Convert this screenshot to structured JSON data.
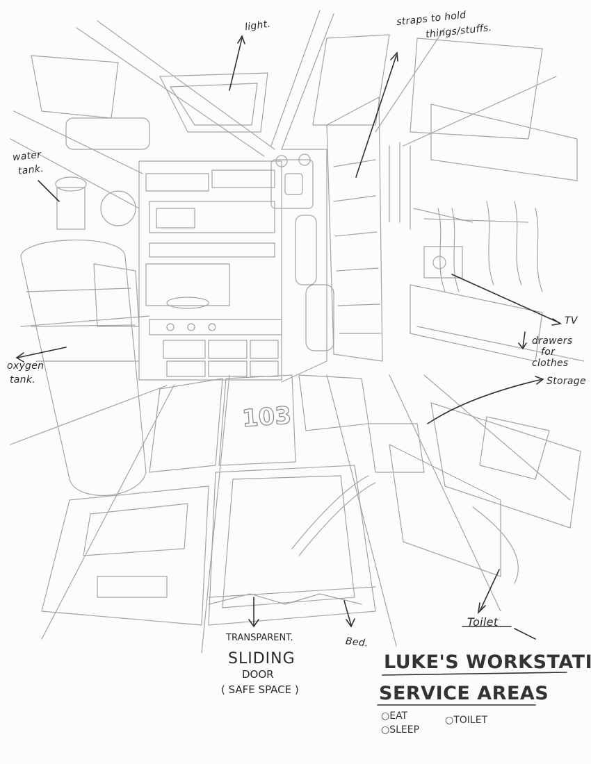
{
  "annotations": {
    "light": "light.",
    "straps_line1": "straps to hold",
    "straps_line2": "things/stuffs.",
    "water_line1": "water",
    "water_line2": "tank.",
    "oxygen_line1": "oxygen",
    "oxygen_line2": "tank.",
    "tv": "TV",
    "drawers_line1": "drawers",
    "drawers_line2": "for",
    "drawers_line3": "clothes",
    "storage": "Storage",
    "toilet": "Toilet",
    "bed": "Bed.",
    "door_line1": "TRANSPARENT.",
    "door_line2": "SLIDING",
    "door_line3": "DOOR",
    "door_line4": "( SAFE SPACE )",
    "number_on_floor": "103"
  },
  "title_block": {
    "title": "LUKE'S WORKSTATION",
    "subtitle": "SERVICE AREAS",
    "items": [
      "EAT",
      "TOILET",
      "SLEEP"
    ]
  },
  "colors": {
    "pencil": "#9a9a9a",
    "ink": "#2a2a2a"
  }
}
